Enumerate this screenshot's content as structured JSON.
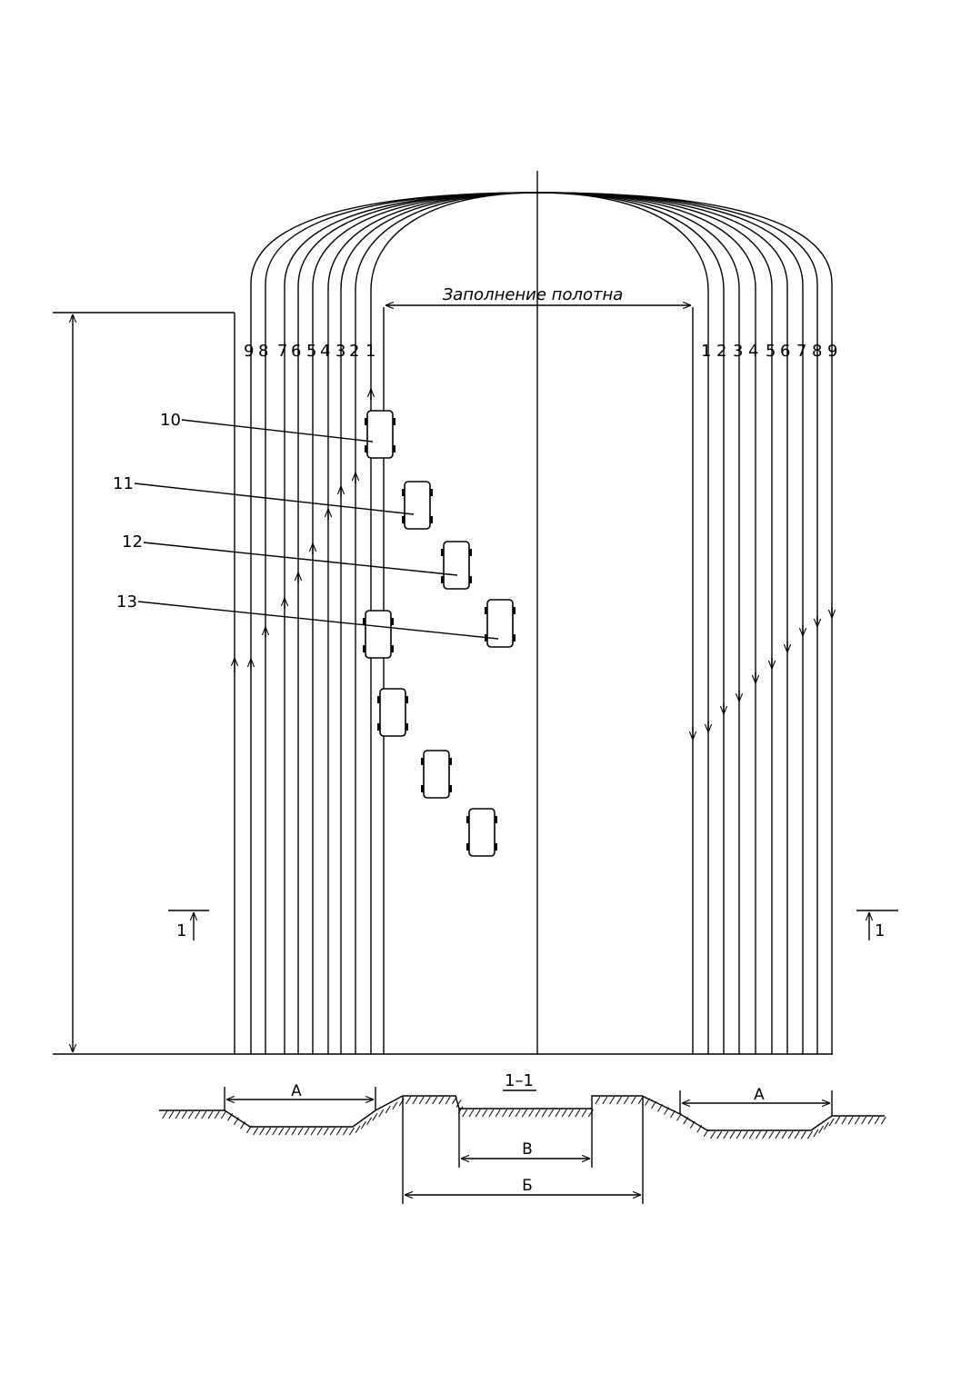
{
  "diagram": {
    "fill_label": "Заполнение полотна",
    "track_numbers": [
      "1",
      "2",
      "3",
      "4",
      "5",
      "6",
      "7",
      "8",
      "9"
    ],
    "callouts": [
      "10",
      "11",
      "12",
      "13"
    ],
    "section_mark": "1",
    "section_title": "1–1",
    "dimensions": {
      "a_left": "А",
      "a_right": "А",
      "v": "В",
      "b": "Б"
    }
  }
}
